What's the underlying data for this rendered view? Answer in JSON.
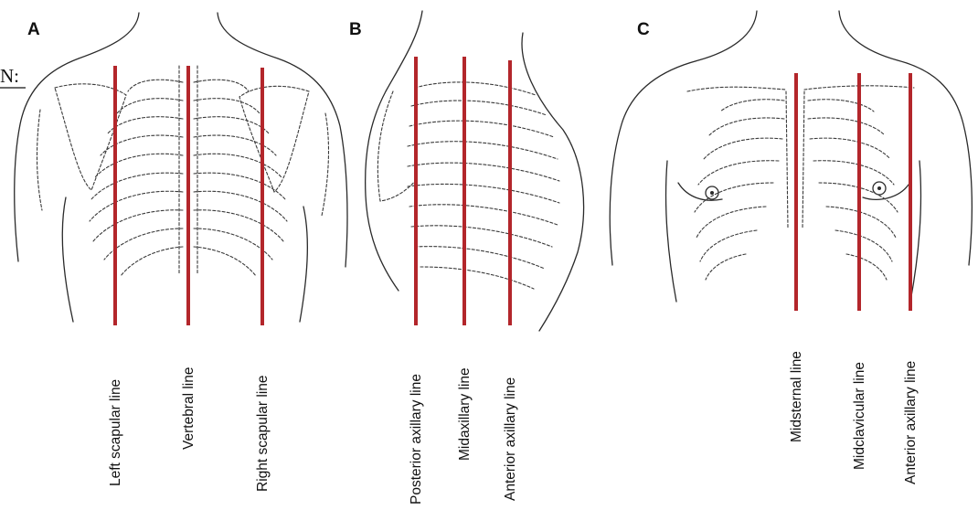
{
  "fragment": "N:",
  "colors": {
    "reference_line": "#b3262b",
    "outline": "#2a2a2a"
  },
  "panels": {
    "a": {
      "letter": "A",
      "lines": [
        {
          "label": "Left scapular line"
        },
        {
          "label": "Vertebral line"
        },
        {
          "label": "Right scapular line"
        }
      ]
    },
    "b": {
      "letter": "B",
      "lines": [
        {
          "label": "Posterior axillary line"
        },
        {
          "label": "Midaxillary line"
        },
        {
          "label": "Anterior axillary line"
        }
      ]
    },
    "c": {
      "letter": "C",
      "lines": [
        {
          "label": "Midsternal line"
        },
        {
          "label": "Midclavicular line"
        },
        {
          "label": "Anterior axillary line"
        }
      ]
    }
  }
}
